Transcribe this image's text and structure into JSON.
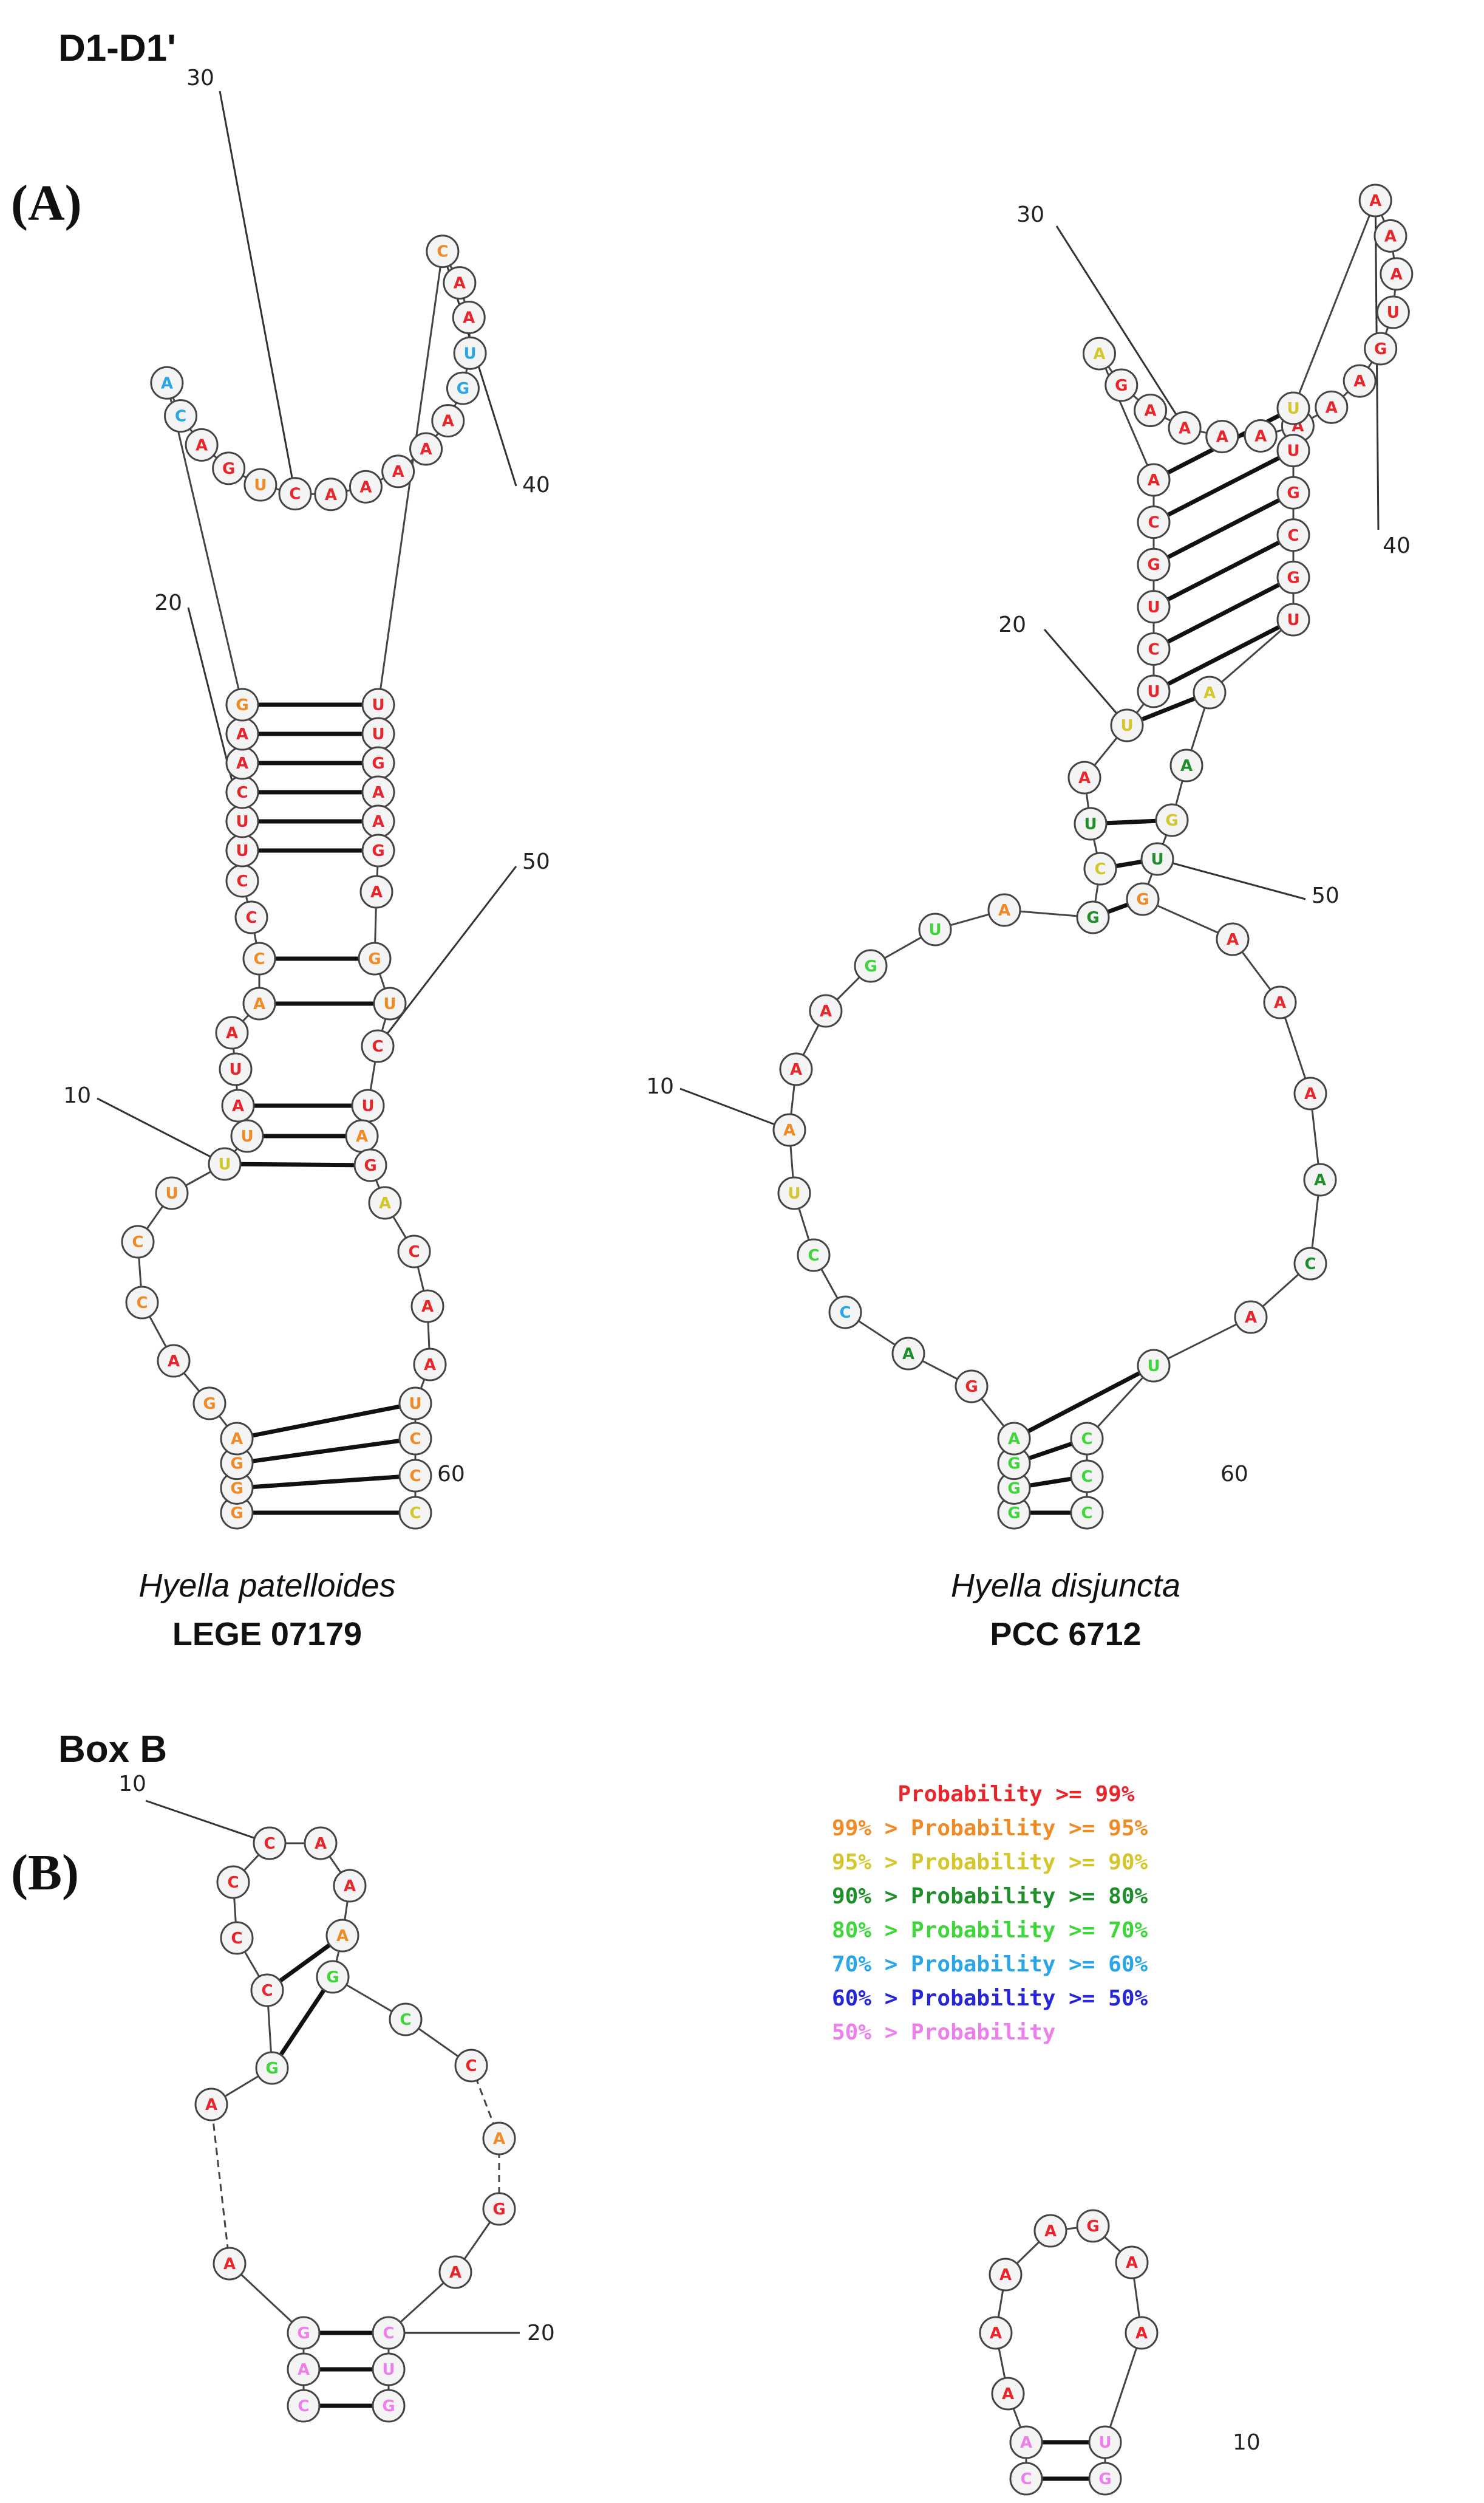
{
  "title": "D1-D1'",
  "subtitle": "Box B",
  "panels": {
    "A": "(A)",
    "B": "(B)"
  },
  "colors": {
    "p99": "#e8252a",
    "p95": "#f08a24",
    "p90": "#d4c72b",
    "p80": "#1f8f2c",
    "p70": "#3ed63b",
    "p60": "#2aa6e8",
    "p50": "#2626d8",
    "plow": "#ec7fec"
  },
  "legend": [
    {
      "text": "     Probability >= 99%",
      "color": "p99"
    },
    {
      "text": "99% > Probability >= 95%",
      "color": "p95"
    },
    {
      "text": "95% > Probability >= 90%",
      "color": "p90"
    },
    {
      "text": "90% > Probability >= 80%",
      "color": "p80"
    },
    {
      "text": "80% > Probability >= 70%",
      "color": "p70"
    },
    {
      "text": "70% > Probability >= 60%",
      "color": "p60"
    },
    {
      "text": "60% > Probability >= 50%",
      "color": "p50"
    },
    {
      "text": "50% > Probability",
      "color": "plow"
    }
  ],
  "structures": [
    {
      "id": "d1-patelloides",
      "species": "Hyella patelloides",
      "strain": "LEGE 07179",
      "number_labels": [
        "10",
        "20",
        "30",
        "40",
        "50",
        "60"
      ],
      "bases": [
        [
          "G",
          "p95"
        ],
        [
          "G",
          "p95"
        ],
        [
          "G",
          "p95"
        ],
        [
          "A",
          "p95"
        ],
        [
          "G",
          "p95"
        ],
        [
          "A",
          "p99"
        ],
        [
          "C",
          "p95"
        ],
        [
          "C",
          "p95"
        ],
        [
          "U",
          "p95"
        ],
        [
          "U",
          "p90"
        ],
        [
          "U",
          "p95"
        ],
        [
          "A",
          "p99"
        ],
        [
          "U",
          "p99"
        ],
        [
          "A",
          "p99"
        ],
        [
          "A",
          "p95"
        ],
        [
          "C",
          "p95"
        ],
        [
          "C",
          "p99"
        ],
        [
          "C",
          "p99"
        ],
        [
          "U",
          "p99"
        ],
        [
          "U",
          "p99"
        ],
        [
          "C",
          "p99"
        ],
        [
          "A",
          "p99"
        ],
        [
          "A",
          "p99"
        ],
        [
          "G",
          "p95"
        ],
        [
          "A",
          "p60"
        ],
        [
          "C",
          "p60"
        ],
        [
          "A",
          "p99"
        ],
        [
          "G",
          "p99"
        ],
        [
          "U",
          "p95"
        ],
        [
          "C",
          "p99"
        ],
        [
          "A",
          "p99"
        ],
        [
          "A",
          "p99"
        ],
        [
          "A",
          "p99"
        ],
        [
          "A",
          "p99"
        ],
        [
          "A",
          "p99"
        ],
        [
          "G",
          "p60"
        ],
        [
          "U",
          "p60"
        ],
        [
          "A",
          "p99"
        ],
        [
          "A",
          "p99"
        ],
        [
          "C",
          "p95"
        ],
        [
          "U",
          "p99"
        ],
        [
          "U",
          "p99"
        ],
        [
          "G",
          "p99"
        ],
        [
          "A",
          "p99"
        ],
        [
          "A",
          "p99"
        ],
        [
          "G",
          "p99"
        ],
        [
          "A",
          "p99"
        ],
        [
          "G",
          "p95"
        ],
        [
          "U",
          "p95"
        ],
        [
          "C",
          "p99"
        ],
        [
          "U",
          "p99"
        ],
        [
          "A",
          "p95"
        ],
        [
          "G",
          "p99"
        ],
        [
          "A",
          "p90"
        ],
        [
          "C",
          "p99"
        ],
        [
          "A",
          "p99"
        ],
        [
          "A",
          "p99"
        ],
        [
          "U",
          "p95"
        ],
        [
          "C",
          "p95"
        ],
        [
          "C",
          "p95"
        ],
        [
          "C",
          "p90"
        ]
      ]
    },
    {
      "id": "d1-disjuncta",
      "species": "Hyella disjuncta",
      "strain": "PCC 6712",
      "number_labels": [
        "10",
        "20",
        "30",
        "40",
        "50",
        "60"
      ],
      "bases": [
        [
          "G",
          "p70"
        ],
        [
          "G",
          "p70"
        ],
        [
          "G",
          "p70"
        ],
        [
          "A",
          "p70"
        ],
        [
          "G",
          "p99"
        ],
        [
          "A",
          "p80"
        ],
        [
          "C",
          "p60"
        ],
        [
          "C",
          "p70"
        ],
        [
          "U",
          "p90"
        ],
        [
          "A",
          "p95"
        ],
        [
          "A",
          "p99"
        ],
        [
          "A",
          "p99"
        ],
        [
          "G",
          "p70"
        ],
        [
          "U",
          "p70"
        ],
        [
          "A",
          "p95"
        ],
        [
          "G",
          "p80"
        ],
        [
          "C",
          "p90"
        ],
        [
          "U",
          "p80"
        ],
        [
          "A",
          "p99"
        ],
        [
          "U",
          "p90"
        ],
        [
          "U",
          "p99"
        ],
        [
          "C",
          "p99"
        ],
        [
          "U",
          "p99"
        ],
        [
          "G",
          "p99"
        ],
        [
          "C",
          "p99"
        ],
        [
          "A",
          "p99"
        ],
        [
          "A",
          "p90"
        ],
        [
          "G",
          "p99"
        ],
        [
          "A",
          "p99"
        ],
        [
          "A",
          "p99"
        ],
        [
          "A",
          "p99"
        ],
        [
          "A",
          "p99"
        ],
        [
          "A",
          "p99"
        ],
        [
          "A",
          "p99"
        ],
        [
          "A",
          "p99"
        ],
        [
          "G",
          "p99"
        ],
        [
          "U",
          "p99"
        ],
        [
          "A",
          "p99"
        ],
        [
          "A",
          "p99"
        ],
        [
          "A",
          "p99"
        ],
        [
          "U",
          "p90"
        ],
        [
          "U",
          "p99"
        ],
        [
          "G",
          "p99"
        ],
        [
          "C",
          "p99"
        ],
        [
          "G",
          "p99"
        ],
        [
          "U",
          "p99"
        ],
        [
          "A",
          "p90"
        ],
        [
          "A",
          "p80"
        ],
        [
          "G",
          "p90"
        ],
        [
          "U",
          "p80"
        ],
        [
          "G",
          "p95"
        ],
        [
          "A",
          "p99"
        ],
        [
          "A",
          "p99"
        ],
        [
          "A",
          "p99"
        ],
        [
          "A",
          "p80"
        ],
        [
          "C",
          "p80"
        ],
        [
          "A",
          "p99"
        ],
        [
          "U",
          "p70"
        ],
        [
          "C",
          "p70"
        ],
        [
          "C",
          "p70"
        ],
        [
          "C",
          "p70"
        ]
      ]
    },
    {
      "id": "boxb-patelloides",
      "number_labels": [
        "10",
        "20"
      ],
      "bases": [
        [
          "C",
          "plow"
        ],
        [
          "A",
          "plow"
        ],
        [
          "G",
          "plow"
        ],
        [
          "A",
          "p99"
        ],
        [
          "A",
          "p99"
        ],
        [
          "G",
          "p70"
        ],
        [
          "C",
          "p99"
        ],
        [
          "C",
          "p99"
        ],
        [
          "C",
          "p99"
        ],
        [
          "C",
          "p99"
        ],
        [
          "A",
          "p99"
        ],
        [
          "A",
          "p99"
        ],
        [
          "A",
          "p95"
        ],
        [
          "G",
          "p70"
        ],
        [
          "C",
          "p70"
        ],
        [
          "C",
          "p99"
        ],
        [
          "A",
          "p95"
        ],
        [
          "G",
          "p99"
        ],
        [
          "A",
          "p99"
        ],
        [
          "C",
          "plow"
        ],
        [
          "U",
          "plow"
        ],
        [
          "G",
          "plow"
        ]
      ]
    },
    {
      "id": "boxb-disjuncta",
      "number_labels": [
        "10"
      ],
      "bases": [
        [
          "C",
          "plow"
        ],
        [
          "A",
          "plow"
        ],
        [
          "A",
          "p99"
        ],
        [
          "A",
          "p99"
        ],
        [
          "A",
          "p99"
        ],
        [
          "A",
          "p99"
        ],
        [
          "G",
          "p99"
        ],
        [
          "A",
          "p99"
        ],
        [
          "A",
          "p99"
        ],
        [
          "U",
          "plow"
        ],
        [
          "G",
          "plow"
        ]
      ]
    }
  ]
}
